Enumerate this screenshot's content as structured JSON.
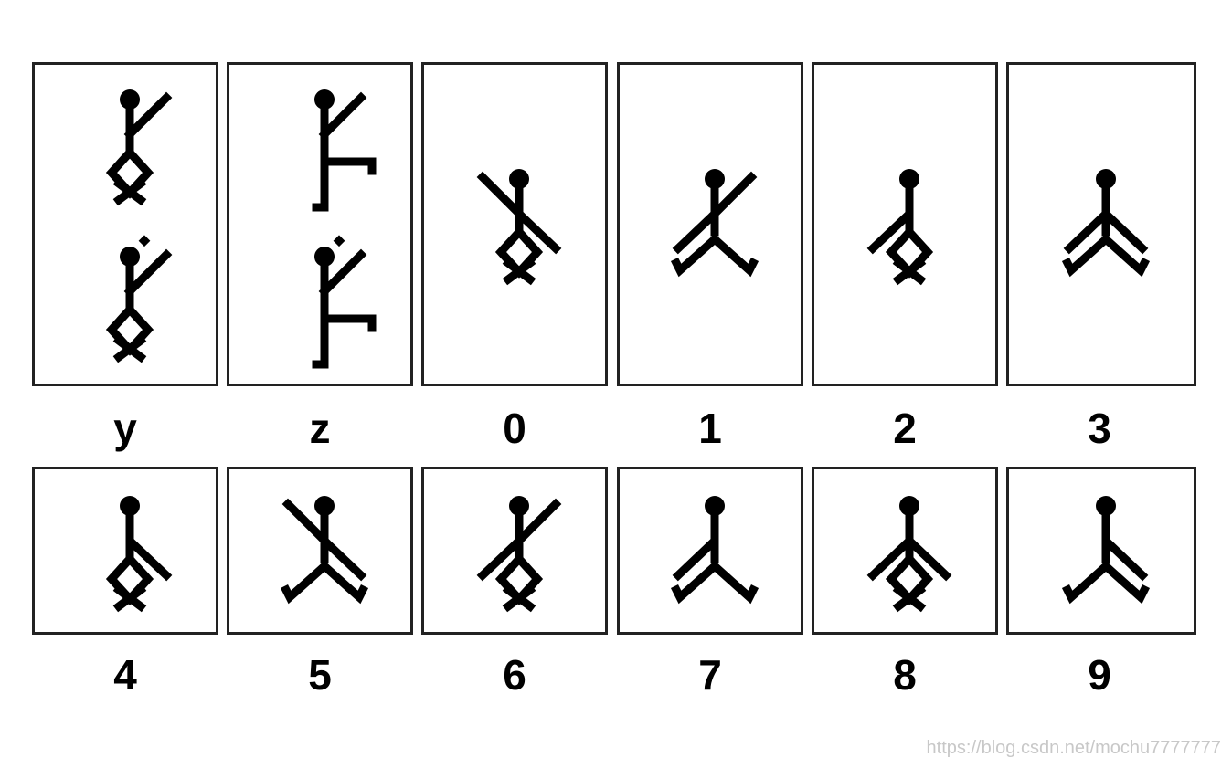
{
  "figure": {
    "cells": [
      {
        "label": "y",
        "figures": [
          {
            "arms": [
              "R-up"
            ],
            "legs": "diamond",
            "flag": false
          },
          {
            "arms": [
              "R-up"
            ],
            "legs": "diamond",
            "flag": true
          }
        ]
      },
      {
        "label": "z",
        "figures": [
          {
            "arms": [
              "R-up"
            ],
            "legs": "box",
            "flag": false
          },
          {
            "arms": [
              "R-up"
            ],
            "legs": "box",
            "flag": true
          }
        ]
      },
      {
        "label": "0",
        "figures": [
          {
            "arms": [
              "L-up",
              "R-down"
            ],
            "legs": "diamond",
            "flag": false
          }
        ]
      },
      {
        "label": "1",
        "figures": [
          {
            "arms": [
              "R-up",
              "L-down"
            ],
            "legs": "spread",
            "flag": false
          }
        ]
      },
      {
        "label": "2",
        "figures": [
          {
            "arms": [
              "L-down"
            ],
            "legs": "diamond",
            "flag": false
          }
        ]
      },
      {
        "label": "3",
        "figures": [
          {
            "arms": [
              "L-down",
              "R-down"
            ],
            "legs": "spread",
            "flag": false
          }
        ]
      },
      {
        "label": "4",
        "figures": [
          {
            "arms": [
              "R-down"
            ],
            "legs": "diamond",
            "flag": false
          }
        ]
      },
      {
        "label": "5",
        "figures": [
          {
            "arms": [
              "L-up",
              "R-down"
            ],
            "legs": "spread",
            "flag": false
          }
        ]
      },
      {
        "label": "6",
        "figures": [
          {
            "arms": [
              "R-up",
              "L-down"
            ],
            "legs": "diamond",
            "flag": false
          }
        ]
      },
      {
        "label": "7",
        "figures": [
          {
            "arms": [
              "L-down"
            ],
            "legs": "spread",
            "flag": false
          }
        ]
      },
      {
        "label": "8",
        "figures": [
          {
            "arms": [
              "L-down",
              "R-down"
            ],
            "legs": "diamond",
            "flag": false
          }
        ]
      },
      {
        "label": "9",
        "figures": [
          {
            "arms": [
              "R-down"
            ],
            "legs": "spread",
            "flag": false
          }
        ]
      }
    ]
  },
  "watermark": "https://blog.csdn.net/mochu7777777",
  "colors": {
    "ink": "#000000",
    "border": "#222222",
    "background": "#ffffff",
    "watermark": "#c8c8c8"
  }
}
